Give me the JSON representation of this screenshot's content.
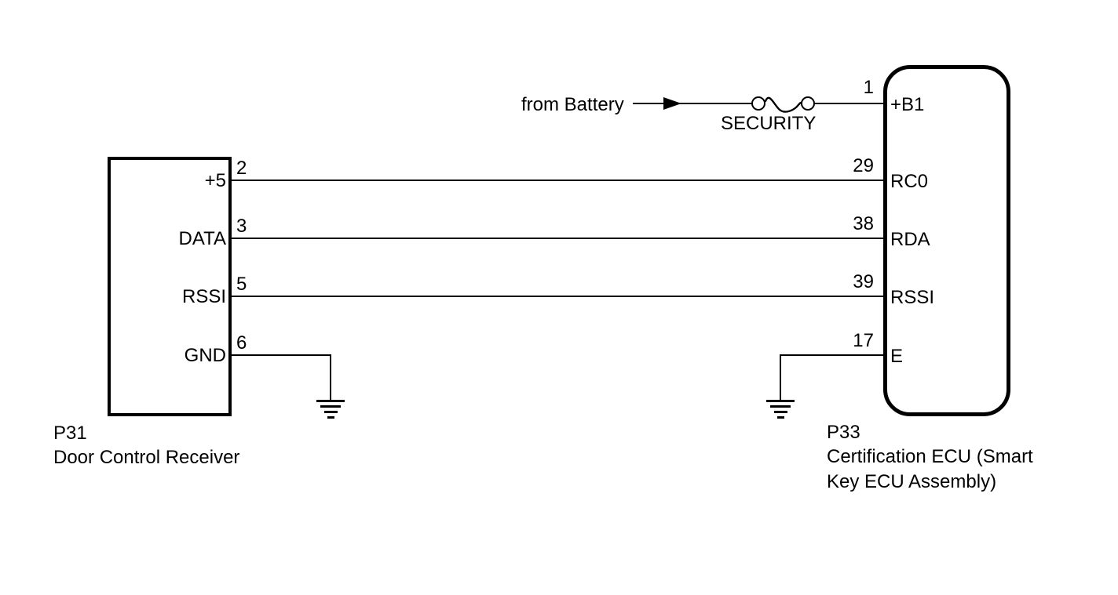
{
  "diagram": {
    "colors": {
      "line": "#000000",
      "background": "#ffffff"
    },
    "battery_feed": {
      "source_label": "from Battery",
      "fuse_label": "SECURITY"
    },
    "left_connector": {
      "code": "P31",
      "name": "Door Control Receiver",
      "pins": [
        {
          "number": "2",
          "label": "+5"
        },
        {
          "number": "3",
          "label": "DATA"
        },
        {
          "number": "5",
          "label": "RSSI"
        },
        {
          "number": "6",
          "label": "GND"
        }
      ]
    },
    "right_connector": {
      "code": "P33",
      "name_lines": [
        "Certification ECU (Smart",
        "Key ECU Assembly)"
      ],
      "pins": [
        {
          "number": "1",
          "label": "+B1"
        },
        {
          "number": "29",
          "label": "RC0"
        },
        {
          "number": "38",
          "label": "RDA"
        },
        {
          "number": "39",
          "label": "RSSI"
        },
        {
          "number": "17",
          "label": "E"
        }
      ]
    }
  }
}
